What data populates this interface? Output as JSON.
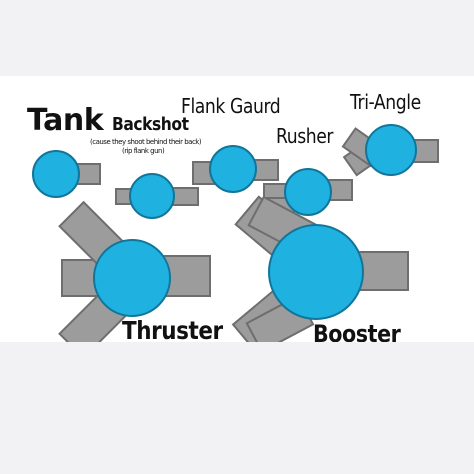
{
  "colors": {
    "body_fill": "#1fb1e0",
    "body_stroke": "#12759a",
    "barrel_fill": "#9c9c9c",
    "barrel_stroke": "#6e6e6e",
    "background": "#f2f2f4",
    "panel": "#ffffff"
  },
  "labels": {
    "tank": "Tank",
    "backshot": "Backshot",
    "backshot_note_1": "(cause they shoot behind their back)",
    "backshot_note_2": "(rip flank gun)",
    "flank_gaurd": "Flank Gaurd",
    "rusher": "Rusher",
    "tri_angle": "Tri-Angle",
    "thruster": "Thruster",
    "booster": "Booster"
  }
}
